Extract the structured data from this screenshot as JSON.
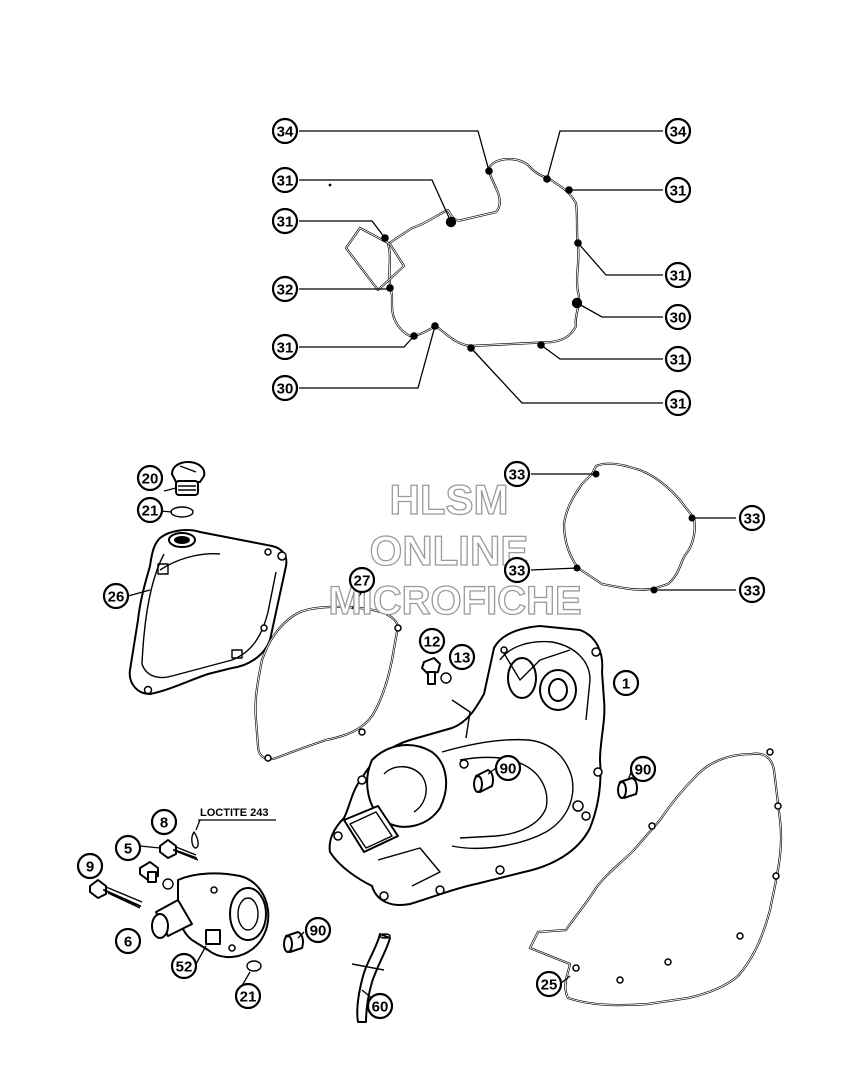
{
  "watermark": {
    "line1": "HLSM",
    "line2": "ONLINE",
    "line3": "MICROFICHE"
  },
  "note": {
    "loctite": "LOCTITE 243"
  },
  "callouts": [
    {
      "id": "c34a",
      "label": "34"
    },
    {
      "id": "c34b",
      "label": "34"
    },
    {
      "id": "c31a",
      "label": "31"
    },
    {
      "id": "c31b",
      "label": "31"
    },
    {
      "id": "c31c",
      "label": "31"
    },
    {
      "id": "c31d",
      "label": "31"
    },
    {
      "id": "c31e",
      "label": "31"
    },
    {
      "id": "c31f",
      "label": "31"
    },
    {
      "id": "c31g",
      "label": "31"
    },
    {
      "id": "c32",
      "label": "32"
    },
    {
      "id": "c30a",
      "label": "30"
    },
    {
      "id": "c30b",
      "label": "30"
    },
    {
      "id": "c20",
      "label": "20"
    },
    {
      "id": "c21a",
      "label": "21"
    },
    {
      "id": "c26",
      "label": "26"
    },
    {
      "id": "c27",
      "label": "27"
    },
    {
      "id": "c33a",
      "label": "33"
    },
    {
      "id": "c33b",
      "label": "33"
    },
    {
      "id": "c33c",
      "label": "33"
    },
    {
      "id": "c33d",
      "label": "33"
    },
    {
      "id": "c12",
      "label": "12"
    },
    {
      "id": "c13",
      "label": "13"
    },
    {
      "id": "c1",
      "label": "1"
    },
    {
      "id": "c90a",
      "label": "90"
    },
    {
      "id": "c90b",
      "label": "90"
    },
    {
      "id": "c90c",
      "label": "90"
    },
    {
      "id": "c8",
      "label": "8"
    },
    {
      "id": "c5",
      "label": "5"
    },
    {
      "id": "c9",
      "label": "9"
    },
    {
      "id": "c6",
      "label": "6"
    },
    {
      "id": "c52",
      "label": "52"
    },
    {
      "id": "c21b",
      "label": "21"
    },
    {
      "id": "c60",
      "label": "60"
    },
    {
      "id": "c25",
      "label": "25"
    }
  ]
}
